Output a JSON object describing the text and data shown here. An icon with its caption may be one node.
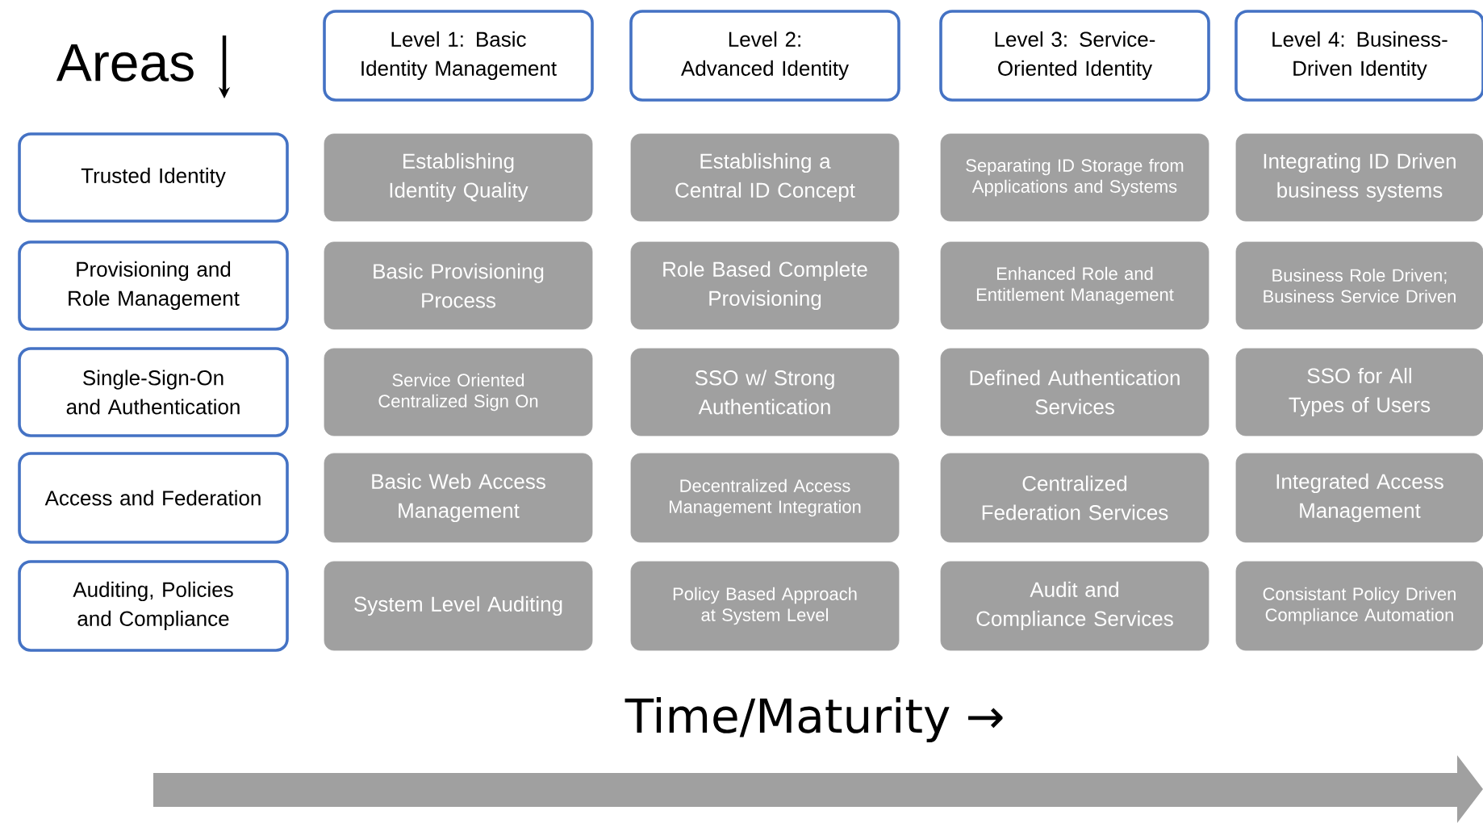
{
  "diagram": {
    "nodes": [
      {
        "text": [
          "Level 1: Basic Identity Management"
        ]
      },
      {
        "text": [
          "Level 2: Advanced Identity"
        ]
      },
      {
        "text": [
          "Level 3: Service-Oriented Identity"
        ]
      },
      {
        "text": [
          "Level 4: Business-Driven Identity"
        ]
      },
      {
        "text": [
          "Trusted Identity"
        ]
      },
      {
        "text": [
          "Establishing Identity Quality"
        ]
      },
      {
        "text": [
          "Establishing a Central ID Concept"
        ]
      },
      {
        "text": [
          "Separating ID Storage from Applications and Systems"
        ]
      },
      {
        "text": [
          "Integrating ID Driven business systems"
        ]
      },
      {
        "text": [
          "Provisioning and Role Management"
        ]
      },
      {
        "text": [
          "Basic Provisioning Process"
        ]
      },
      {
        "text": [
          "Role Based Complete Provisioning"
        ]
      },
      {
        "text": [
          "Enhanced Role and Entitlement Management"
        ]
      },
      {
        "text": [
          "Business Role Driven; Business Service Driven"
        ]
      },
      {
        "text": [
          "Single-Sign-On and Authentication"
        ]
      },
      {
        "text": [
          "Service Oriented Centralized Sign On"
        ]
      },
      {
        "text": [
          "SSO w/ Strong Authentication"
        ]
      },
      {
        "text": [
          "Defined Authentication Services"
        ]
      },
      {
        "text": [
          "SSO for All Types of Users"
        ]
      },
      {
        "text": [
          "Access and Federation"
        ]
      },
      {
        "text": [
          "Basic Web Access Management"
        ]
      },
      {
        "text": [
          "Decentralized Access Management Integration"
        ]
      },
      {
        "text": [
          "Centralized Federation Services"
        ]
      },
      {
        "text": [
          "Integrated Access Management"
        ]
      },
      {
        "text": [
          "Auditing, Policies and Compliance"
        ]
      },
      {
        "text": [
          "System Level Auditing"
        ]
      },
      {
        "text": [
          "Policy Based Approach at System Level"
        ]
      },
      {
        "text": [
          "Audit and Compliance Services"
        ]
      },
      {
        "text": [
          "Consistant Policy Driven Compliance Automation"
        ]
      }
    ],
    "labels": [
      "Areas",
      "Time/Maturity →"
    ]
  }
}
